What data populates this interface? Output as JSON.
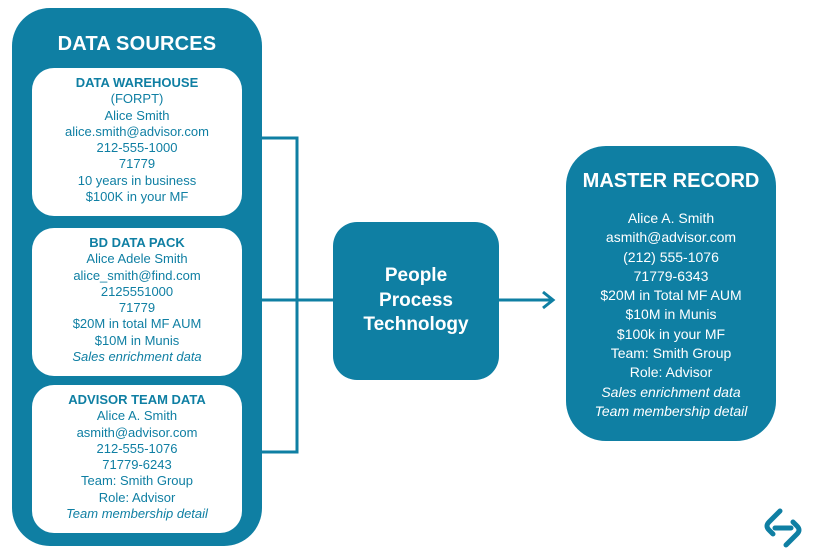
{
  "colors": {
    "accent": "#0f7fa3",
    "background": "#ffffff",
    "text_on_accent": "#ffffff"
  },
  "sources": {
    "title": "DATA SOURCES",
    "cards": [
      {
        "heading": "DATA WAREHOUSE",
        "lines": [
          "(FORPT)",
          "Alice Smith",
          "alice.smith@advisor.com",
          "212-555-1000",
          "71779",
          "10 years in business",
          "$100K in your MF"
        ]
      },
      {
        "heading": "BD DATA PACK",
        "lines": [
          "Alice Adele Smith",
          "alice_smith@find.com",
          "2125551000",
          "71779",
          "$20M in total MF AUM",
          "$10M in Munis"
        ],
        "italic_line": "Sales enrichment data"
      },
      {
        "heading": "ADVISOR TEAM DATA",
        "lines": [
          "Alice A. Smith",
          "asmith@advisor.com",
          "212-555-1076",
          "71779-6243",
          "Team: Smith Group",
          "Role: Advisor"
        ],
        "italic_line": "Team membership detail"
      }
    ]
  },
  "process": {
    "lines": [
      "People",
      "Process",
      "Technology"
    ]
  },
  "master": {
    "title": "MASTER RECORD",
    "lines": [
      "Alice A. Smith",
      "asmith@advisor.com",
      "(212) 555-1076",
      "71779-6343",
      "$20M in Total MF AUM",
      "$10M in Munis",
      "$100k in your MF",
      "Team: Smith Group",
      "Role: Advisor"
    ],
    "italic_lines": [
      "Sales enrichment data",
      "Team membership detail"
    ]
  },
  "logo": {
    "icon": "s-chain-logo-icon"
  }
}
